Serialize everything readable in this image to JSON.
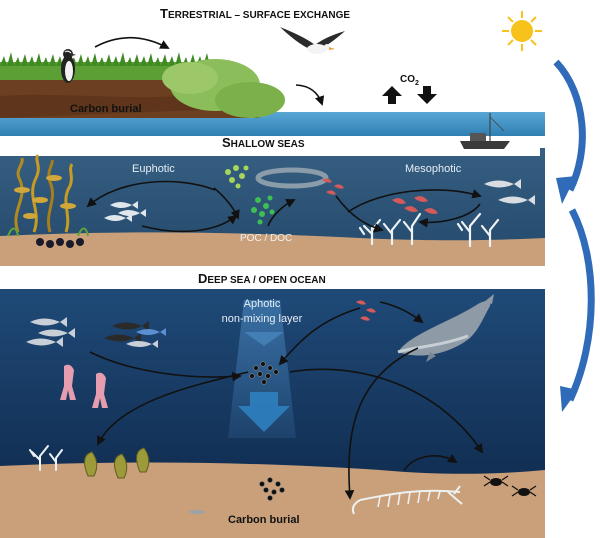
{
  "panels": {
    "terrestrial": {
      "title_first": "T",
      "title_rest": "ERRESTRIAL – SURFACE EXCHANGE",
      "burial_label": "Carbon burial",
      "co2_label": "CO",
      "co2_sub": "2"
    },
    "shallow": {
      "title_first": "S",
      "title_rest": "HALLOW SEAS",
      "zone_left": "Euphotic",
      "zone_right": "Mesophotic",
      "poc_label": "POC / DOC"
    },
    "deep": {
      "title_first": "D",
      "title_rest": "EEP SEA / OPEN OCEAN",
      "aphotic_line1": "Aphotic",
      "aphotic_line2": "non-mixing layer",
      "burial_label": "Carbon burial"
    }
  },
  "icons": [
    "sun-icon",
    "penguin-icon",
    "albatross-icon",
    "boat-icon",
    "fish-school-icon",
    "seaweed-icon",
    "coral-icon",
    "shrimp-icon",
    "squid-icon",
    "whale-icon",
    "whale-skeleton-icon",
    "crab-icon",
    "particle-cluster-icon",
    "arrow-up-icon",
    "arrow-down-icon"
  ],
  "colors": {
    "sky": "#ffffff",
    "shallow_water": "#2e5779",
    "deep_water_top": "#1f4a78",
    "deep_water_bottom": "#0d2546",
    "sediment": "#c9a07a",
    "surface_sea": "#3f8fc0",
    "grass": "#4d8f2a",
    "soil": "#6b3f1f",
    "blue_arrow": "#2f6bb8",
    "sun": "#f7c21b"
  }
}
